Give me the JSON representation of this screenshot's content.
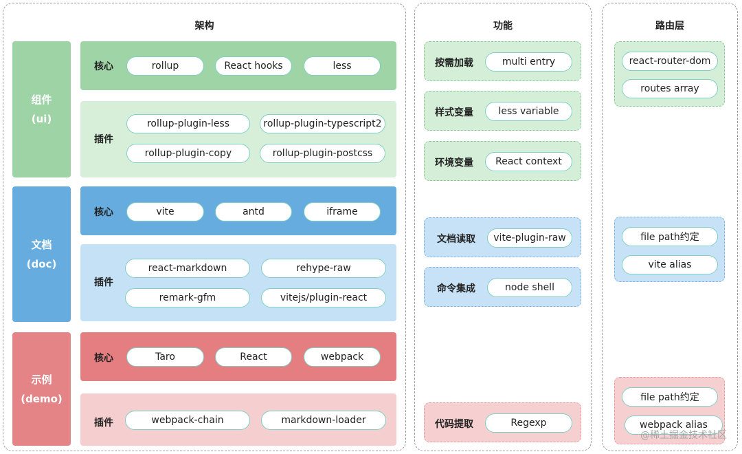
{
  "panels": {
    "architecture": "架构",
    "features": "功能",
    "routing": "路由层"
  },
  "architecture": {
    "ui": {
      "side_name": "组件",
      "side_sub": "(ui)",
      "core_label": "核心",
      "core": [
        "rollup",
        "React hooks",
        "less"
      ],
      "plugins_label": "插件",
      "plugins": [
        "rollup-plugin-less",
        "rollup-plugin-typescript2",
        "rollup-plugin-copy",
        "rollup-plugin-postcss"
      ]
    },
    "doc": {
      "side_name": "文档",
      "side_sub": "(doc)",
      "core_label": "核心",
      "core": [
        "vite",
        "antd",
        "iframe"
      ],
      "plugins_label": "插件",
      "plugins": [
        "react-markdown",
        "rehype-raw",
        "remark-gfm",
        "vitejs/plugin-react"
      ]
    },
    "demo": {
      "side_name": "示例",
      "side_sub": "(demo)",
      "core_label": "核心",
      "core": [
        "Taro",
        "React",
        "webpack"
      ],
      "plugins_label": "插件",
      "plugins": [
        "webpack-chain",
        "markdown-loader"
      ]
    }
  },
  "features": [
    {
      "label": "按需加载",
      "value": "multi entry"
    },
    {
      "label": "样式变量",
      "value": "less variable"
    },
    {
      "label": "环境变量",
      "value": "React context"
    },
    {
      "label": "文档读取",
      "value": "vite-plugin-raw"
    },
    {
      "label": "命令集成",
      "value": "node shell"
    },
    {
      "label": "代码提取",
      "value": "Regexp"
    }
  ],
  "routing": {
    "ui": [
      "react-router-dom",
      "routes array"
    ],
    "doc": [
      "file path约定",
      "vite alias"
    ],
    "demo": [
      "file path约定",
      "webpack alias"
    ]
  },
  "watermark": "@稀土掘金技术社区",
  "colors": {
    "green": "#9fd4a6",
    "blue": "#67acdf",
    "red": "#e47e80",
    "pill_border": "#7fcfc4"
  }
}
